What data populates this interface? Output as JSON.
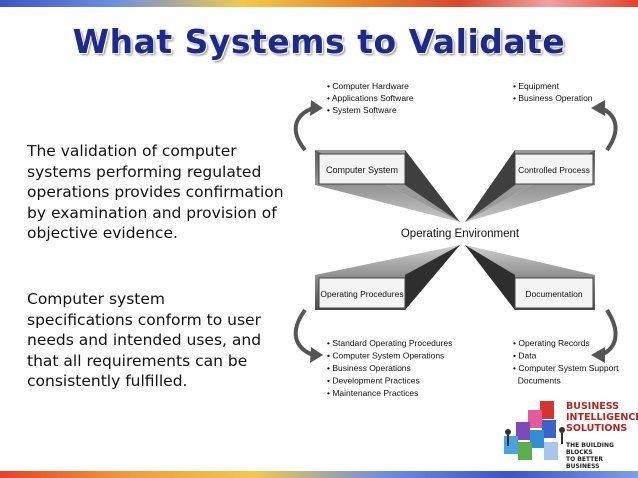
{
  "slide": {
    "title": "What Systems to Validate",
    "paragraphs": [
      "The validation of computer systems performing regulated operations provides confirmation by examination and provision of objective evidence.",
      "Computer system specifications conform to user needs and intended uses, and that all requirements can be consistently fulfilled."
    ]
  },
  "diagram": {
    "center_label": "Operating Environment",
    "boxes": {
      "top_left": "Computer System",
      "top_right": "Controlled Process",
      "bottom_left": "Operating Procedures",
      "bottom_right": "Documentation"
    },
    "lists": {
      "top_left": [
        "Computer Hardware",
        "Applications Software",
        "System Software"
      ],
      "top_right": [
        "Equipment",
        "Business Operation"
      ],
      "bottom_left": [
        "Standard Operating Procedures",
        "Computer System Operations",
        "Business Operations",
        "Development Practices",
        "Maintenance Practices"
      ],
      "bottom_right": [
        "Operating Records",
        "Data",
        "Computer System Support",
        "Documents"
      ]
    },
    "bullet": "•"
  },
  "logo": {
    "name_lines": [
      "BUSINESS",
      "INTELLIGENCE",
      "SOLUTIONS"
    ],
    "tagline_lines": [
      "THE BUILDING BLOCKS",
      "TO BETTER BUSINESS"
    ]
  },
  "colors": {
    "title": "#1d2a8c",
    "logo_text": "#b5241e",
    "box_face": "#f4f4f4",
    "box_shadow": "#7a7a7a"
  }
}
